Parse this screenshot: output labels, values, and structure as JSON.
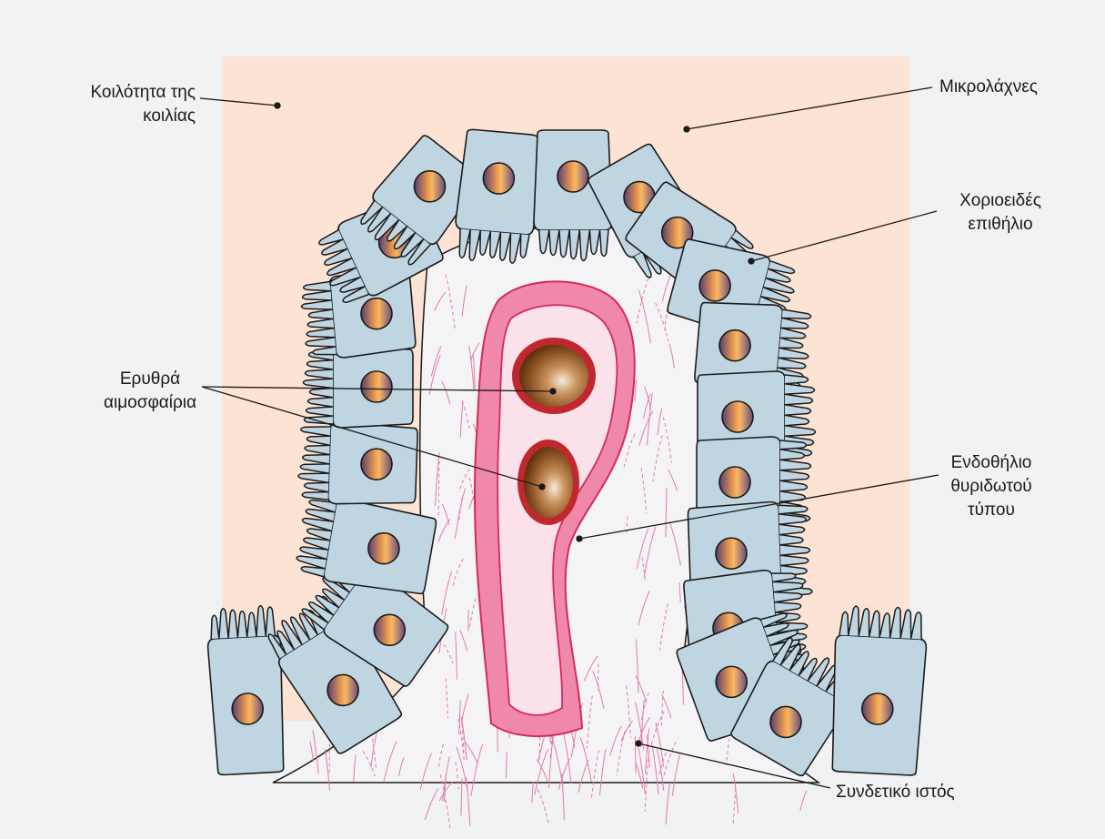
{
  "labels": {
    "cavity": [
      "Κοιλότητα της",
      "κοιλίας"
    ],
    "microvilli": "Μικρολάχνες",
    "choroid_epithelium": [
      "Χοριοειδές",
      "επιθήλιο"
    ],
    "red_blood_cells": [
      "Ερυθρά",
      "αιμοσφαίρια"
    ],
    "fenestrated_endothelium": [
      "Ενδοθήλιο",
      "θυριδωτού",
      "τύπου"
    ],
    "connective_tissue": "Συνδετικό ιστός"
  },
  "colors": {
    "background": "#f1f2f3",
    "cavity_fill": "#fde3d3",
    "cell_fill": "#bfd6e2",
    "cell_stroke": "#1a1a1a",
    "connective_fill": "#f4f4f6",
    "fiber": "#e47aa4",
    "endothelium_outer": "#ef88aa",
    "endothelium_line": "#d52a55",
    "lumen": "#fbe1ea",
    "rbc_rim": "#c0282e",
    "rbc_center": "#f6e4cf",
    "rbc_edge": "#6e3e10",
    "nucleus_purple": "#5a3d6e",
    "nucleus_orange": "#f3a24f"
  }
}
